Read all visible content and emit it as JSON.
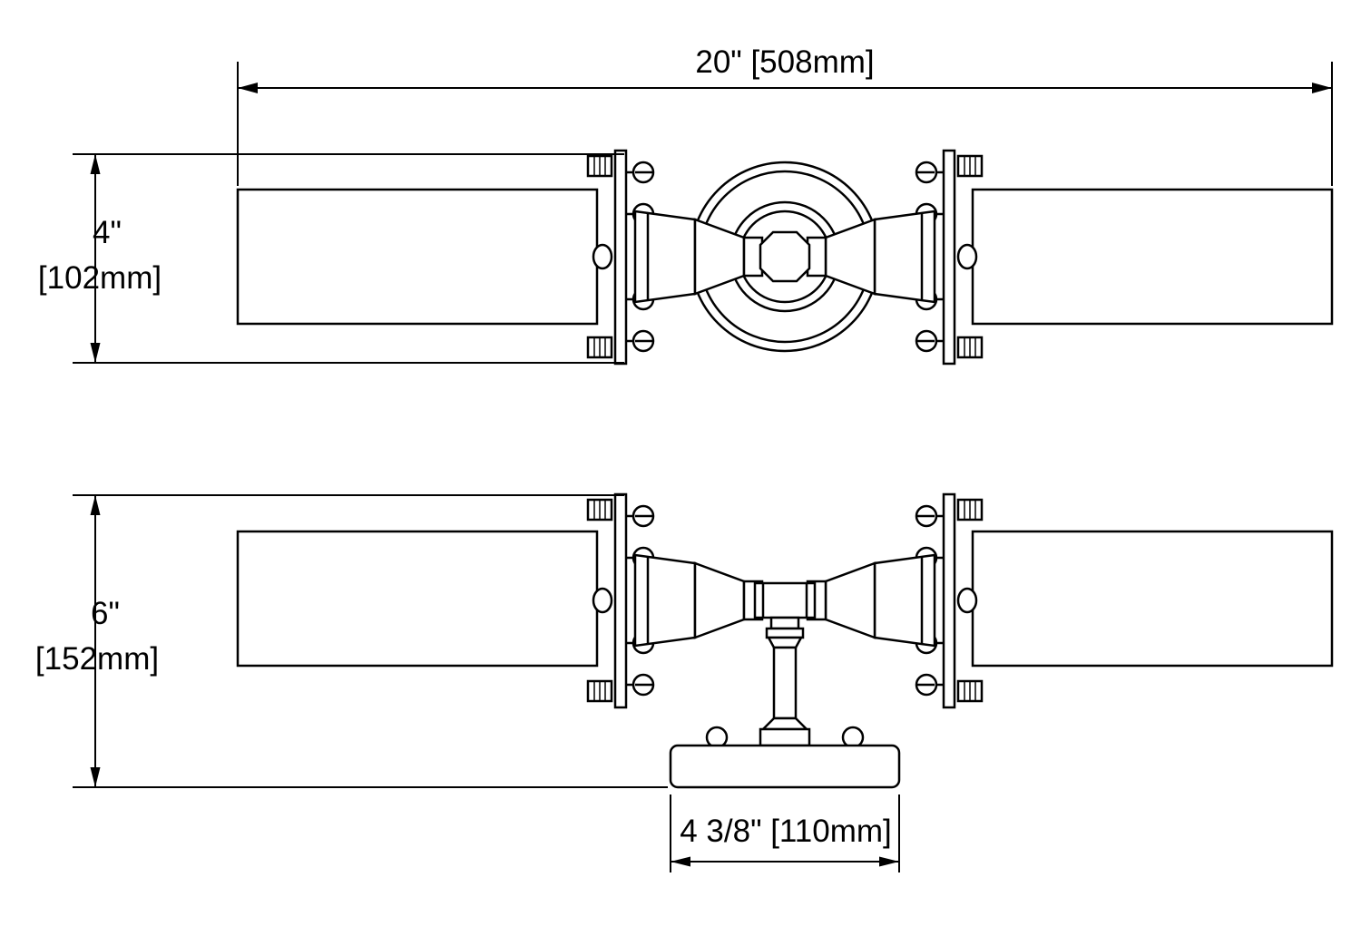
{
  "drawing": {
    "description": "Two-light vanity fixture technical line drawing, top view and front view with installation dimensions",
    "background_color": "#ffffff",
    "line_color": "#000000",
    "dimensions": {
      "overall_width": {
        "label": "20\" [508mm]"
      },
      "top_view_height": {
        "inches": "4\"",
        "mm": "[102mm]"
      },
      "front_view_height": {
        "inches": "6\"",
        "mm": "[152mm]"
      },
      "backplate_width": {
        "label": "4 3/8\" [110mm]"
      }
    }
  }
}
